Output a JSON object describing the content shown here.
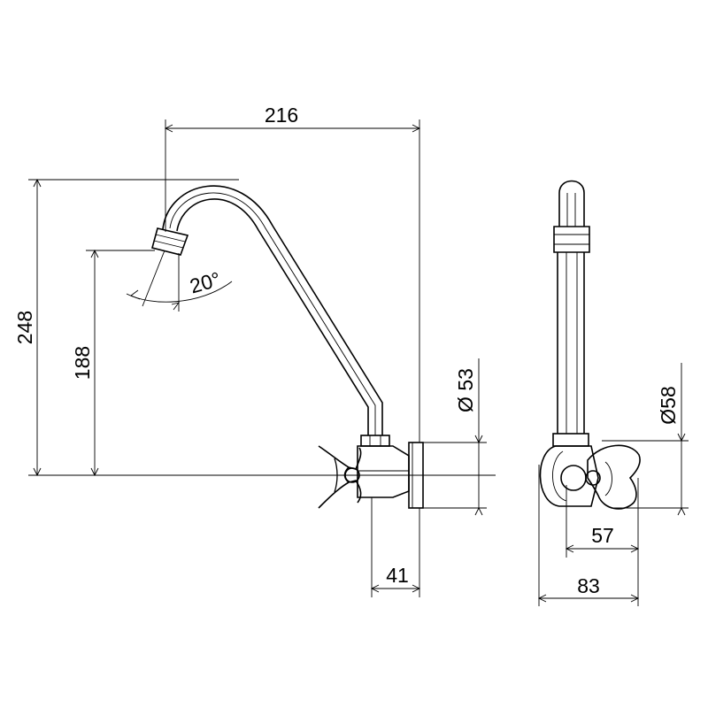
{
  "dimensions": {
    "spout_reach": "216",
    "total_height": "248",
    "outlet_height": "188",
    "outlet_angle": "20°",
    "flange_diameter": "Ø 53",
    "wall_projection": "41",
    "side_flange_diameter": "Ø58",
    "handle_depth": "57",
    "overall_depth": "83"
  }
}
